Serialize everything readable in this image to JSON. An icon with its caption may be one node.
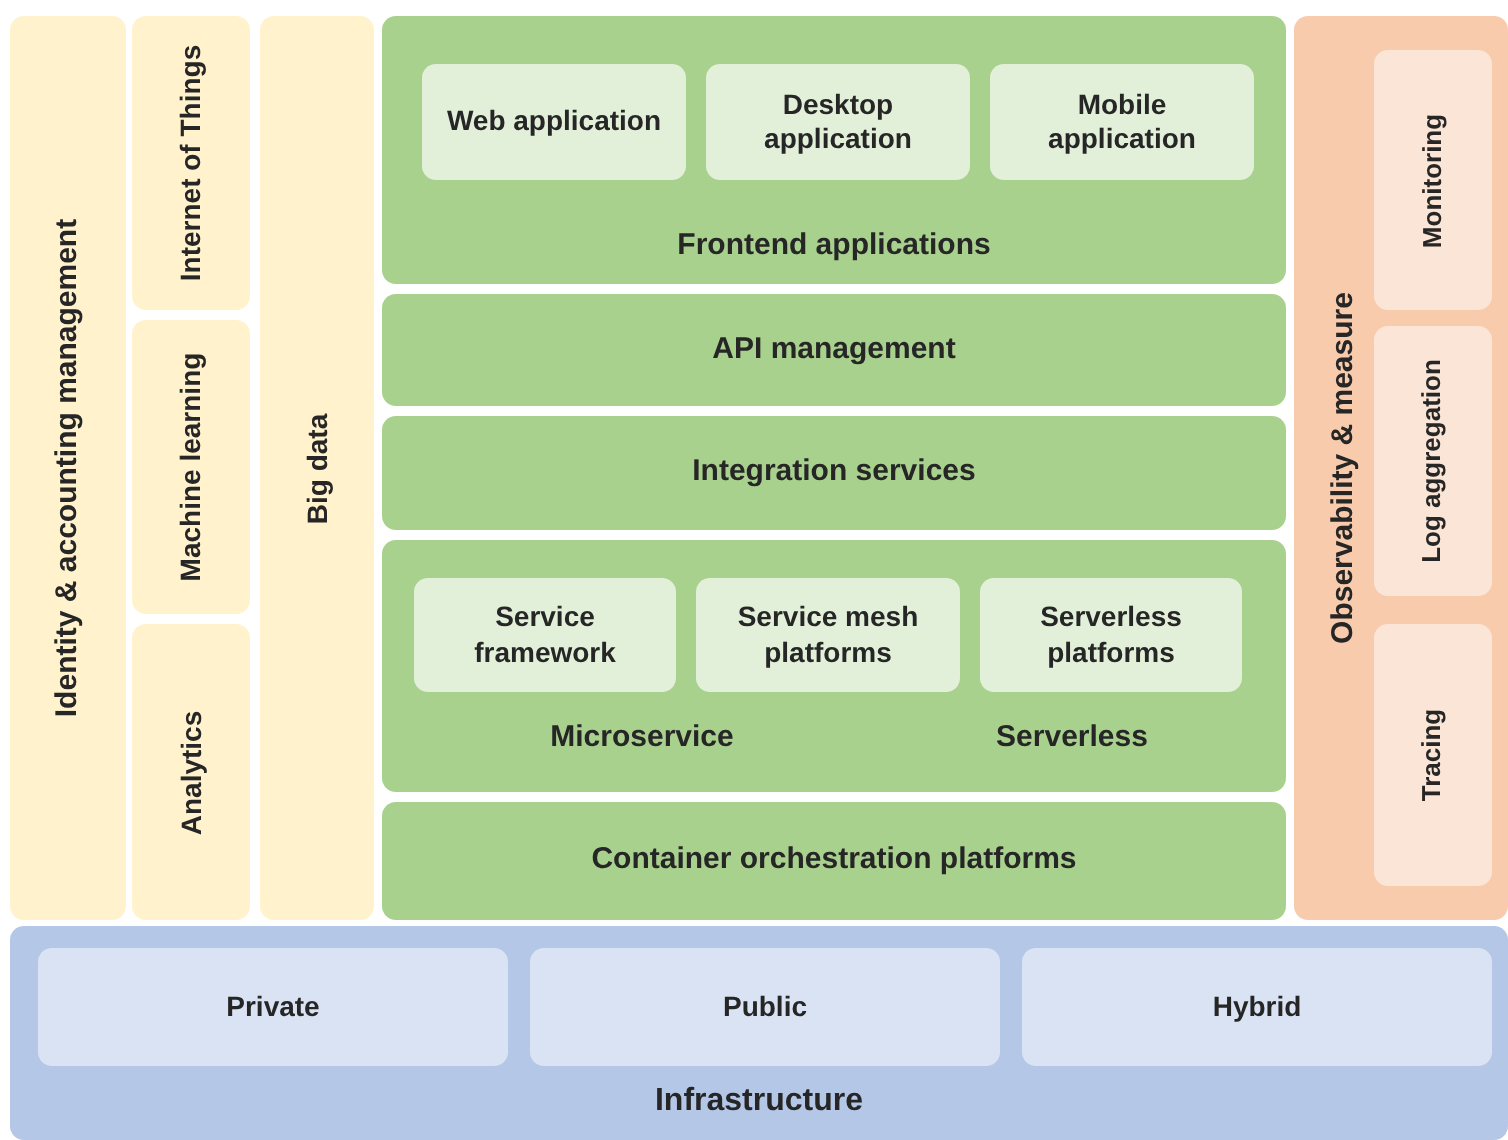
{
  "diagram": {
    "nodes": [
      {
        "text": [
          "Identity & accounting management"
        ]
      },
      {
        "text": [
          "Internet of Things"
        ]
      },
      {
        "text": [
          "Machine learning"
        ]
      },
      {
        "text": [
          "Analytics"
        ]
      },
      {
        "text": [
          "Big data"
        ]
      },
      {
        "text": [
          "Frontend applications"
        ]
      },
      {
        "text": [
          "Web application"
        ],
        "in": 5
      },
      {
        "text": [
          "Desktop application"
        ],
        "in": 5
      },
      {
        "text": [
          "Mobile application"
        ],
        "in": 5
      },
      {
        "text": [
          "API management"
        ]
      },
      {
        "text": [
          "Integration services"
        ]
      },
      {
        "text": [
          "Microservice",
          "Serverless"
        ]
      },
      {
        "text": [
          "Service framework"
        ],
        "in": 11
      },
      {
        "text": [
          "Service mesh platforms"
        ],
        "in": 11
      },
      {
        "text": [
          "Serverless platforms"
        ],
        "in": 11
      },
      {
        "text": [
          "Container orchestration platforms"
        ]
      },
      {
        "text": [
          "Observability & measure"
        ]
      },
      {
        "text": [
          "Monitoring"
        ],
        "in": 16
      },
      {
        "text": [
          "Log aggregation"
        ],
        "in": 16
      },
      {
        "text": [
          "Tracing"
        ],
        "in": 16
      },
      {
        "text": [
          "Infrastructure"
        ]
      },
      {
        "text": [
          "Private"
        ],
        "in": 20
      },
      {
        "text": [
          "Public"
        ],
        "in": 20
      },
      {
        "text": [
          "Hybrid"
        ],
        "in": 20
      }
    ]
  }
}
